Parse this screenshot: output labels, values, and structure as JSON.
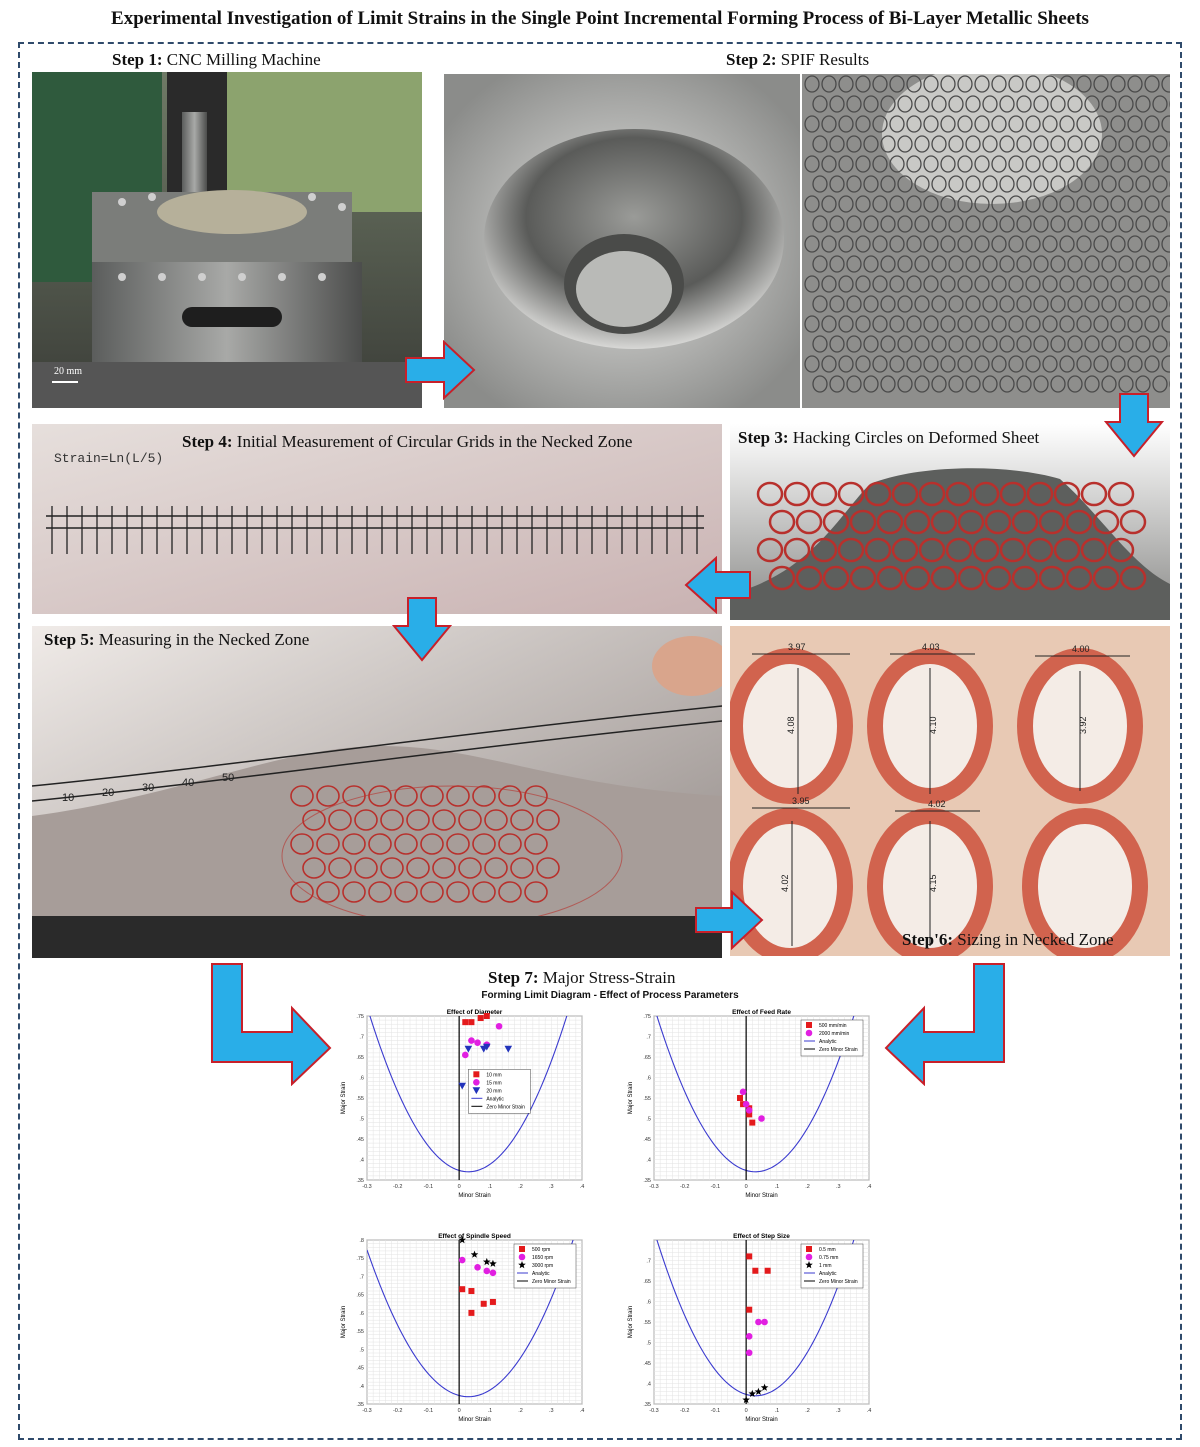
{
  "title": "Experimental Investigation of Limit Strains in the Single Point Incremental Forming Process of Bi-Layer Metallic Sheets",
  "steps": {
    "s1": {
      "bold": "Step 1:",
      "text": " CNC Milling Machine"
    },
    "s2": {
      "bold": "Step 2:",
      "text": " SPIF Results"
    },
    "s3": {
      "bold": "Step 3:",
      "text": " Hacking Circles on Deformed Sheet"
    },
    "s4": {
      "bold": "Step 4:",
      "text": " Initial Measurement of Circular Grids in the Necked Zone"
    },
    "s5": {
      "bold": "Step 5:",
      "text": " Measuring in the Necked Zone"
    },
    "s6": {
      "bold": "Step'6:",
      "text": " Sizing in Necked Zone"
    },
    "s7": {
      "bold": "Step 7:",
      "text": " Major Stress-Strain"
    }
  },
  "photo_text": {
    "scale_bar": "20 mm",
    "strain_formula": "Strain=Ln(L/5)",
    "ruler_numbers": [
      "10",
      "20",
      "30",
      "40",
      "50"
    ],
    "sizing": {
      "row1_widths": [
        "3.97",
        "4.03",
        "4.00"
      ],
      "row1_heights": [
        "4.08",
        "4.10",
        "3.92"
      ],
      "row2_widths": [
        "3.95",
        "4.02"
      ],
      "row2_heights": [
        "4.02",
        "4.15"
      ]
    }
  },
  "colors": {
    "arrow_fill": "#29aee8",
    "arrow_stroke": "#c8202a",
    "frame": "#2f4a6b",
    "analytic": "#3b3bcf",
    "red": "#e41a1c",
    "magenta": "#e11fe1",
    "blue": "#2233bb",
    "black": "#000000"
  },
  "fld_title": "Forming Limit Diagram - Effect of Process Parameters",
  "chart_data": [
    {
      "type": "scatter",
      "title": "Effect of Diameter",
      "xlabel": "Minor Strain",
      "ylabel": "Major Strain",
      "xlim": [
        -0.3,
        0.4
      ],
      "ylim": [
        0.35,
        0.75
      ],
      "xticks": [
        -0.3,
        -0.2,
        -0.1,
        0,
        0.1,
        0.2,
        0.3,
        0.4
      ],
      "yticks": [
        0.35,
        0.4,
        0.45,
        0.5,
        0.55,
        0.6,
        0.65,
        0.7,
        0.75
      ],
      "grid": true,
      "legend": "middle",
      "series": [
        {
          "name": "10 mm",
          "marker": "square",
          "color": "#e41a1c",
          "points": [
            [
              0.02,
              0.735
            ],
            [
              0.04,
              0.735
            ],
            [
              0.07,
              0.745
            ],
            [
              0.09,
              0.75
            ]
          ]
        },
        {
          "name": "15 mm",
          "marker": "circle",
          "color": "#e11fe1",
          "points": [
            [
              0.02,
              0.655
            ],
            [
              0.04,
              0.69
            ],
            [
              0.06,
              0.685
            ],
            [
              0.09,
              0.68
            ],
            [
              0.13,
              0.725
            ]
          ]
        },
        {
          "name": "20 mm",
          "marker": "triangle-down",
          "color": "#2233bb",
          "points": [
            [
              0.01,
              0.58
            ],
            [
              0.03,
              0.67
            ],
            [
              0.08,
              0.67
            ],
            [
              0.09,
              0.675
            ],
            [
              0.16,
              0.67
            ]
          ]
        },
        {
          "name": "Analytic",
          "kind": "curve",
          "color": "#3b3bcf"
        },
        {
          "name": "Zero Minor Strain",
          "kind": "vline",
          "color": "#000000"
        }
      ]
    },
    {
      "type": "scatter",
      "title": "Effect of Feed Rate",
      "xlabel": "Minor Strain",
      "ylabel": "Major Strain",
      "xlim": [
        -0.3,
        0.4
      ],
      "ylim": [
        0.35,
        0.75
      ],
      "xticks": [
        -0.3,
        -0.2,
        -0.1,
        0,
        0.1,
        0.2,
        0.3,
        0.4
      ],
      "yticks": [
        0.35,
        0.4,
        0.45,
        0.5,
        0.55,
        0.6,
        0.65,
        0.7,
        0.75
      ],
      "grid": true,
      "legend": "top-right",
      "series": [
        {
          "name": "500 mm/min",
          "marker": "square",
          "color": "#e41a1c",
          "points": [
            [
              -0.02,
              0.55
            ],
            [
              -0.01,
              0.535
            ],
            [
              0.01,
              0.525
            ],
            [
              0.01,
              0.51
            ],
            [
              0.02,
              0.49
            ]
          ]
        },
        {
          "name": "2000 mm/min",
          "marker": "circle",
          "color": "#e11fe1",
          "points": [
            [
              -0.01,
              0.565
            ],
            [
              0.0,
              0.535
            ],
            [
              0.01,
              0.52
            ],
            [
              0.05,
              0.5
            ]
          ]
        },
        {
          "name": "Analytic",
          "kind": "curve",
          "color": "#3b3bcf"
        },
        {
          "name": "Zero Minor Strain",
          "kind": "vline",
          "color": "#000000"
        }
      ]
    },
    {
      "type": "scatter",
      "title": "Effect of Spindle Speed",
      "xlabel": "Minor Strain",
      "ylabel": "Major Strain",
      "xlim": [
        -0.3,
        0.4
      ],
      "ylim": [
        0.35,
        0.8
      ],
      "xticks": [
        -0.3,
        -0.2,
        -0.1,
        0,
        0.1,
        0.2,
        0.3,
        0.4
      ],
      "yticks": [
        0.35,
        0.4,
        0.45,
        0.5,
        0.55,
        0.6,
        0.65,
        0.7,
        0.75,
        0.8
      ],
      "grid": true,
      "legend": "top-right",
      "series": [
        {
          "name": "500 rpm",
          "marker": "square",
          "color": "#e41a1c",
          "points": [
            [
              0.01,
              0.665
            ],
            [
              0.04,
              0.66
            ],
            [
              0.04,
              0.6
            ],
            [
              0.08,
              0.625
            ],
            [
              0.11,
              0.63
            ]
          ]
        },
        {
          "name": "1650 rpm",
          "marker": "circle",
          "color": "#e11fe1",
          "points": [
            [
              0.01,
              0.745
            ],
            [
              0.06,
              0.725
            ],
            [
              0.09,
              0.715
            ],
            [
              0.11,
              0.71
            ]
          ]
        },
        {
          "name": "3000 rpm",
          "marker": "star",
          "color": "#000000",
          "points": [
            [
              0.01,
              0.8
            ],
            [
              0.05,
              0.76
            ],
            [
              0.09,
              0.74
            ],
            [
              0.11,
              0.735
            ]
          ]
        },
        {
          "name": "Analytic",
          "kind": "curve",
          "color": "#3b3bcf"
        },
        {
          "name": "Zero Minor Strain",
          "kind": "vline",
          "color": "#000000"
        }
      ]
    },
    {
      "type": "scatter",
      "title": "Effect of Step Size",
      "xlabel": "Minor Strain",
      "ylabel": "Major Strain",
      "xlim": [
        -0.3,
        0.4
      ],
      "ylim": [
        0.35,
        0.75
      ],
      "xticks": [
        -0.3,
        -0.2,
        -0.1,
        0,
        0.1,
        0.2,
        0.3,
        0.4
      ],
      "yticks": [
        0.35,
        0.4,
        0.45,
        0.5,
        0.55,
        0.6,
        0.65,
        0.7
      ],
      "grid": true,
      "legend": "top-right",
      "series": [
        {
          "name": "0.5 mm",
          "marker": "square",
          "color": "#e41a1c",
          "points": [
            [
              0.01,
              0.71
            ],
            [
              0.03,
              0.675
            ],
            [
              0.07,
              0.675
            ],
            [
              0.01,
              0.58
            ]
          ]
        },
        {
          "name": "0.75 mm",
          "marker": "circle",
          "color": "#e11fe1",
          "points": [
            [
              0.01,
              0.515
            ],
            [
              0.01,
              0.475
            ],
            [
              0.04,
              0.55
            ],
            [
              0.06,
              0.55
            ]
          ]
        },
        {
          "name": "1 mm",
          "marker": "star",
          "color": "#000000",
          "points": [
            [
              0.0,
              0.36
            ],
            [
              0.02,
              0.375
            ],
            [
              0.04,
              0.38
            ],
            [
              0.06,
              0.39
            ]
          ]
        },
        {
          "name": "Analytic",
          "kind": "curve",
          "color": "#3b3bcf"
        },
        {
          "name": "Zero Minor Strain",
          "kind": "vline",
          "color": "#000000"
        }
      ]
    }
  ]
}
